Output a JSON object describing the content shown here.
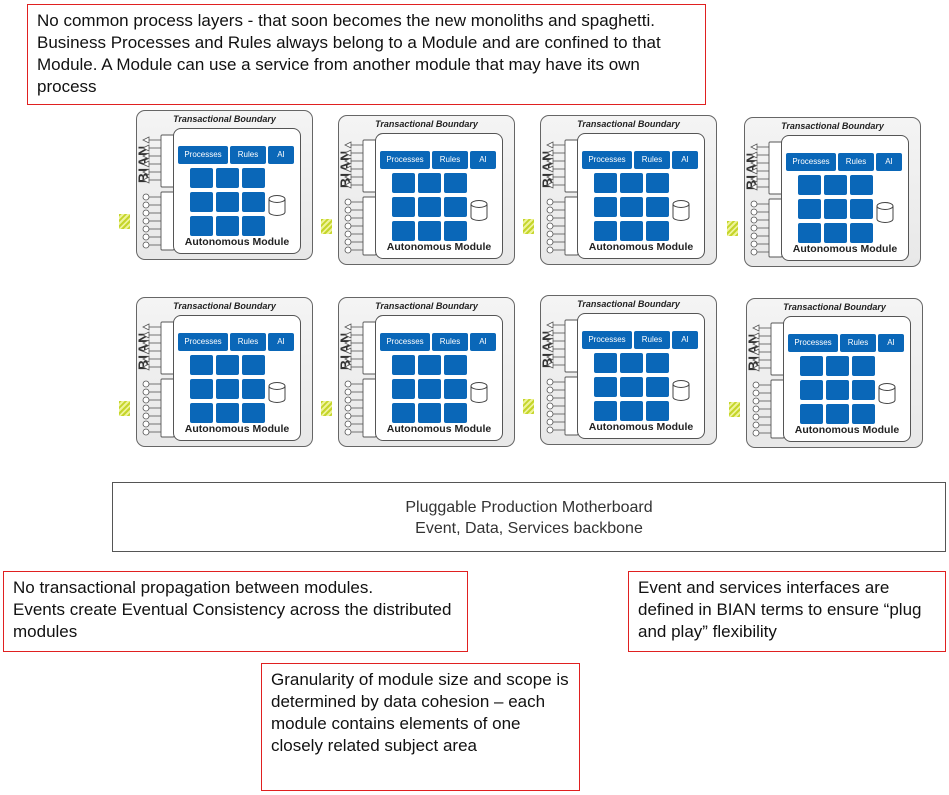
{
  "notes": {
    "top": "No common process layers -  that soon becomes the new monoliths and spaghetti.  Business Processes and Rules always belong to a Module and are confined to that Module. A Module can use a service from another module that may have its own process",
    "bottom_left": "No transactional propagation between modules.\nEvents create Eventual Consistency across the distributed modules",
    "bottom_right": "Event and services interfaces are defined in BIAN terms to ensure “plug and play” flexibility",
    "bottom_center": "Granularity of module size and scope is determined by data cohesion – each module contains elements of  one closely related subject area"
  },
  "motherboard": {
    "line1": "Pluggable Production Motherboard",
    "line2": "Event, Data, Services backbone"
  },
  "module_labels": {
    "boundary": "Transactional Boundary",
    "processes": "Processes",
    "rules": "Rules",
    "ai": "AI",
    "name": "Autonomous Module",
    "bian": "BIAN"
  },
  "module_count": 8,
  "colors": {
    "note_border": "#e02020",
    "chip_blue": "#0a67b8",
    "bian_accent": "#c5d52a"
  }
}
